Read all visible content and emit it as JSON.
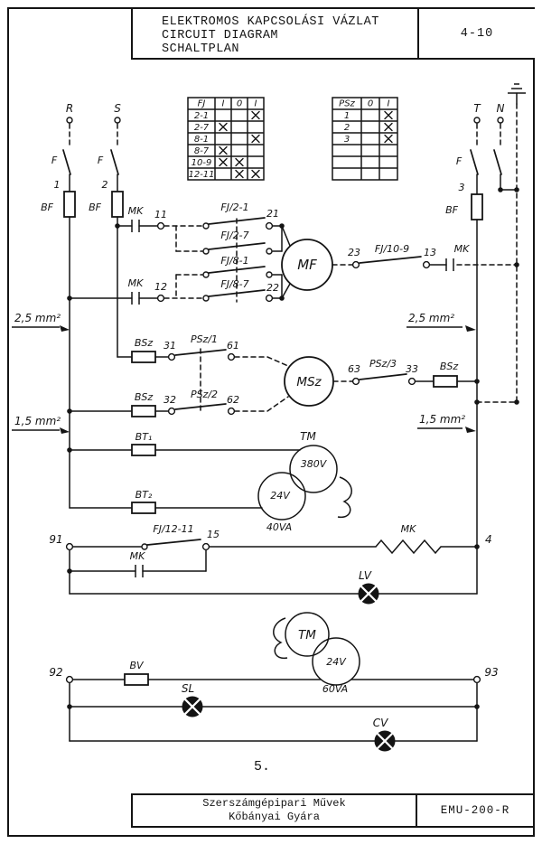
{
  "page": {
    "number": "5."
  },
  "title_block": {
    "title_hu": "ELEKTROMOS KAPCSOLÁSI VÁZLAT",
    "title_en": "CIRCUIT DIAGRAM",
    "title_de": "SCHALTPLAN",
    "sheet_ref": "4-10"
  },
  "footer_block": {
    "company_line1": "Szerszámgépipari Művek",
    "company_line2": "Kőbányai Gyára",
    "drawing_number": "EMU-200-R"
  },
  "fj_table": {
    "title": "FJ",
    "columns": [
      "I",
      "0",
      "I"
    ],
    "rows": [
      {
        "label": "2-1",
        "marks": [
          0,
          0,
          1
        ]
      },
      {
        "label": "2-7",
        "marks": [
          1,
          0,
          0
        ]
      },
      {
        "label": "8-1",
        "marks": [
          0,
          0,
          1
        ]
      },
      {
        "label": "8-7",
        "marks": [
          1,
          0,
          0
        ]
      },
      {
        "label": "10-9",
        "marks": [
          1,
          1,
          0
        ]
      },
      {
        "label": "12-11",
        "marks": [
          0,
          1,
          1
        ]
      }
    ]
  },
  "psz_table": {
    "title": "PSz",
    "columns": [
      "0",
      "I"
    ],
    "rows": [
      {
        "label": "1",
        "marks": [
          0,
          1
        ]
      },
      {
        "label": "2",
        "marks": [
          0,
          1
        ]
      },
      {
        "label": "3",
        "marks": [
          0,
          1
        ]
      },
      {
        "label": "",
        "marks": [
          0,
          0
        ]
      },
      {
        "label": "",
        "marks": [
          0,
          0
        ]
      },
      {
        "label": "",
        "marks": [
          0,
          0
        ]
      }
    ]
  },
  "labels": {
    "r": "R",
    "s": "S",
    "t": "T",
    "n": "N",
    "f_r": "F",
    "f_s": "F",
    "f_t": "F",
    "fuse1_no": "1",
    "fuse2_no": "2",
    "fuse3_no": "3",
    "bf1": "BF",
    "bf2": "BF",
    "bf3": "BF",
    "mk_row1": "MK",
    "mk_row4": "MK",
    "mk_right": "MK",
    "mk_bypass": "MK",
    "mk_resistor": "MK",
    "t11": "11",
    "t12": "12",
    "t13": "13",
    "t15": "15",
    "t21": "21",
    "t22": "22",
    "t23": "23",
    "t31": "31",
    "t32": "32",
    "t33": "33",
    "t61": "61",
    "t62": "62",
    "t63": "63",
    "t91": "91",
    "t92": "92",
    "t93": "93",
    "t4": "4",
    "fj_2_1": "FJ/2-1",
    "fj_2_7": "FJ/2-7",
    "fj_8_1": "FJ/8-1",
    "fj_8_7": "FJ/8-7",
    "fj_10_9": "FJ/10-9",
    "fj_12_11": "FJ/12-11",
    "psz_1": "PSz/1",
    "psz_2": "PSz/2",
    "psz_3": "PSz/3",
    "bsz_1": "BSz",
    "bsz_2": "BSz",
    "bsz_3": "BSz",
    "bt_1": "BT₁",
    "bt_2": "BT₂",
    "bv": "BV",
    "mf": "MF",
    "msz": "MSz",
    "tm_1": "TM",
    "tm_2": "TM",
    "v380": "380V",
    "v24_1": "24V",
    "va40": "40VA",
    "v24_2": "24V",
    "va60": "60VA",
    "lv": "LV",
    "sl": "SL",
    "cv": "CV",
    "cs25_left": "2,5 mm²",
    "cs25_right": "2,5 mm²",
    "cs15_left": "1,5 mm²",
    "cs15_right": "1,5 mm²"
  }
}
